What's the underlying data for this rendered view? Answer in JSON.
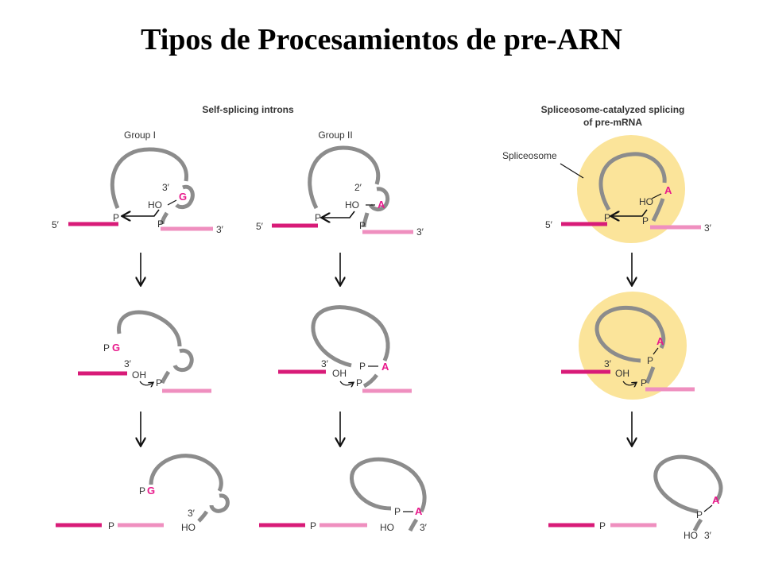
{
  "title": "Tipos de Procesamientos de pre-ARN",
  "headers": {
    "self_splicing": "Self-splicing introns",
    "group1": "Group I",
    "group2": "Group II",
    "spliceosome_line1": "Spliceosome-catalyzed splicing",
    "spliceosome_line2": "of pre-mRNA",
    "spliceosome_label": "Spliceosome"
  },
  "labels": {
    "five_prime": "5′",
    "three_prime": "3′",
    "two_prime": "2′",
    "P": "P",
    "HO": "HO",
    "OH": "OH",
    "G": "G",
    "A": "A",
    "PG_P": "P",
    "PG_G": "G"
  },
  "colors": {
    "exon_5": "#d81b78",
    "exon_3": "#ef8fbf",
    "intron": "#8c8c8c",
    "highlight": "#e8198b",
    "spliceosome": "#fbe49a"
  }
}
